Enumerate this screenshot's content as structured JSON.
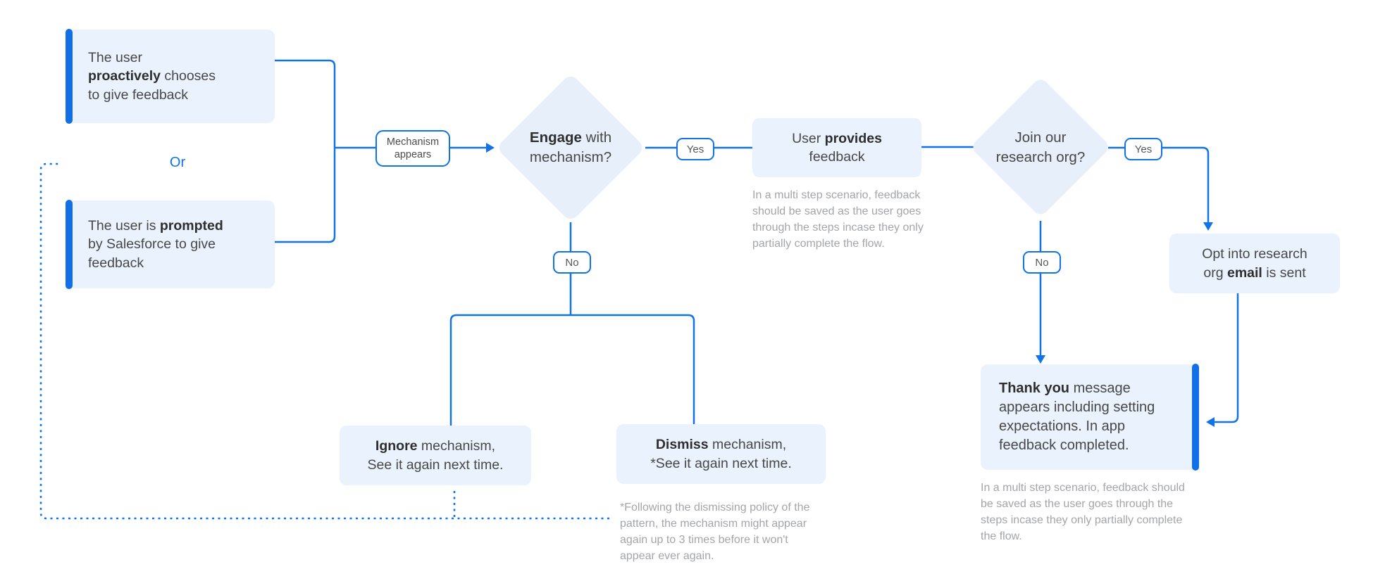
{
  "diagram": {
    "colors": {
      "line_blue": "#1273E6",
      "accent_blue": "#1170E8",
      "node_fill": "#EAF3FD",
      "diamond_fill": "#E7F0FA",
      "text_dark": "#474747",
      "note_gray": "#A3A5A8"
    },
    "nodes": {
      "start_proactive": {
        "segments": [
          {
            "text": "The user\n"
          },
          {
            "text": "proactively",
            "bold": true
          },
          {
            "text": " chooses\nto give feedback"
          }
        ]
      },
      "or_label": "Or",
      "start_prompted": {
        "segments": [
          {
            "text": "The user is "
          },
          {
            "text": "prompted",
            "bold": true
          },
          {
            "text": "\nby Salesforce to give\nfeedback"
          }
        ]
      },
      "mechanism_appears": "Mechanism\nappears",
      "engage_decision": {
        "segments": [
          {
            "text": "Engage",
            "bold": true
          },
          {
            "text": " with\nmechanism?"
          }
        ]
      },
      "user_provides": {
        "segments": [
          {
            "text": "User "
          },
          {
            "text": "provides",
            "bold": true
          },
          {
            "text": "\nfeedback"
          }
        ]
      },
      "user_provides_note": "In a multi step scenario, feedback\nshould be saved as the user goes\nthrough the steps incase they only\npartially complete the flow.",
      "join_research": {
        "segments": [
          {
            "text": "Join our\nresearch org?"
          }
        ]
      },
      "opt_email": {
        "segments": [
          {
            "text": "Opt into research\norg "
          },
          {
            "text": "email",
            "bold": true
          },
          {
            "text": " is sent"
          }
        ]
      },
      "thank_you": {
        "segments": [
          {
            "text": "Thank you",
            "bold": true
          },
          {
            "text": " message\nappears including setting\nexpectations. In app\nfeedback completed."
          }
        ]
      },
      "thank_you_note": "In a multi step scenario, feedback should\nbe saved as the user goes through the\nsteps incase they only partially complete\nthe flow.",
      "ignore_mechanism": {
        "segments": [
          {
            "text": "Ignore",
            "bold": true
          },
          {
            "text": " mechanism,\nSee it again next time."
          }
        ]
      },
      "dismiss_mechanism": {
        "segments": [
          {
            "text": "Dismiss",
            "bold": true
          },
          {
            "text": " mechanism,\n*See it again next time."
          }
        ]
      },
      "dismiss_note": "*Following the dismissing policy of the\npattern, the mechanism might appear\nagain up to 3 times before it won't\nappear ever again."
    },
    "edge_labels": {
      "engage_yes": "Yes",
      "engage_no": "No",
      "research_yes": "Yes",
      "research_no": "No"
    }
  }
}
